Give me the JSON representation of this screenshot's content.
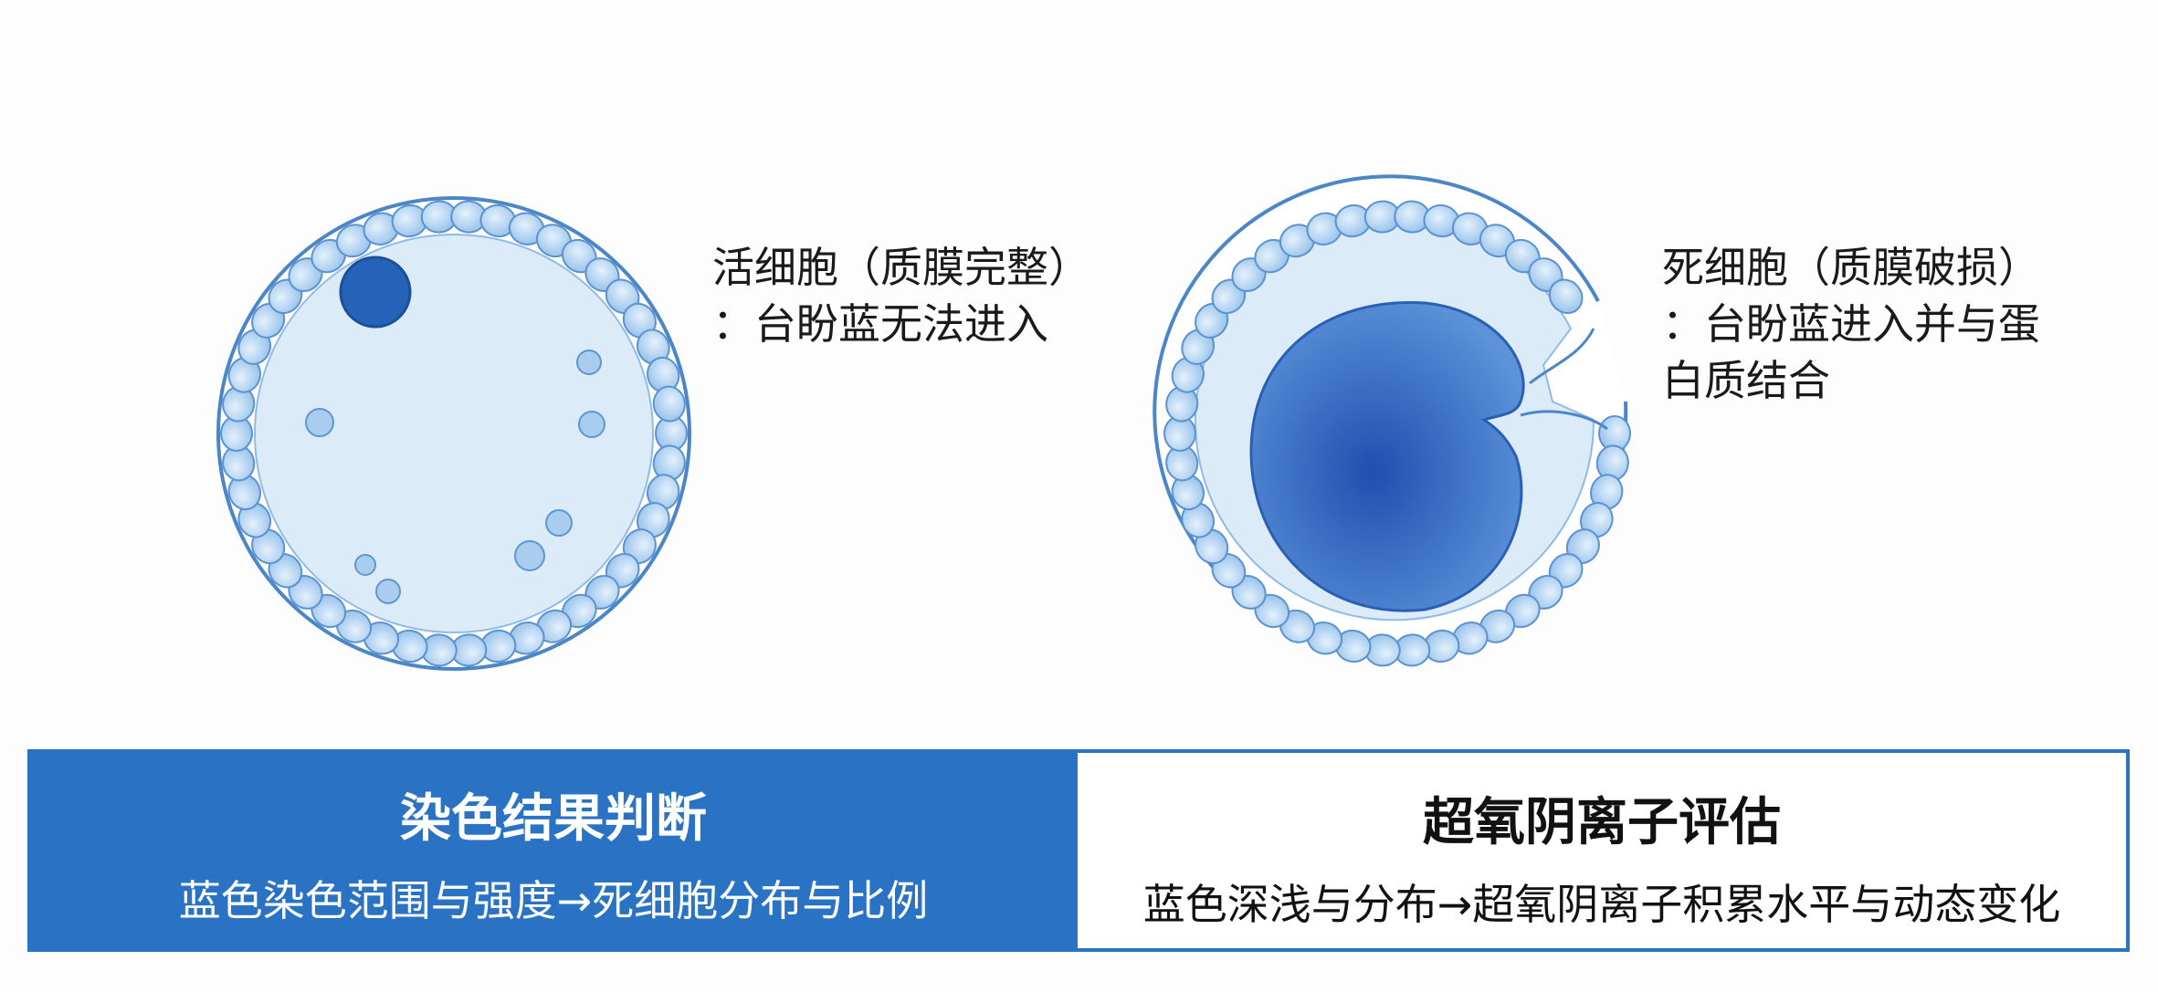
{
  "cells": {
    "live": {
      "label_line1": "活细胞（质膜完整）",
      "label_line2": "：台盼蓝无法进入"
    },
    "dead": {
      "label_line1": "死细胞（质膜破损）",
      "label_line2": "：台盼蓝进入并与蛋",
      "label_line3": "白质结合"
    }
  },
  "panels": [
    {
      "title": "染色结果判断",
      "subtitle": "蓝色染色范围与强度→死细胞分布与比例"
    },
    {
      "title": "超氧阴离子评估",
      "subtitle": "蓝色深浅与分布→超氧阴离子积累水平与动态变化"
    }
  ],
  "colors": {
    "accent": "#2a73c4",
    "membrane": "#4a86c8",
    "bead": "#bcd9f3",
    "cytoplasm": "#dcebf8",
    "stain": "#2c64c0"
  }
}
